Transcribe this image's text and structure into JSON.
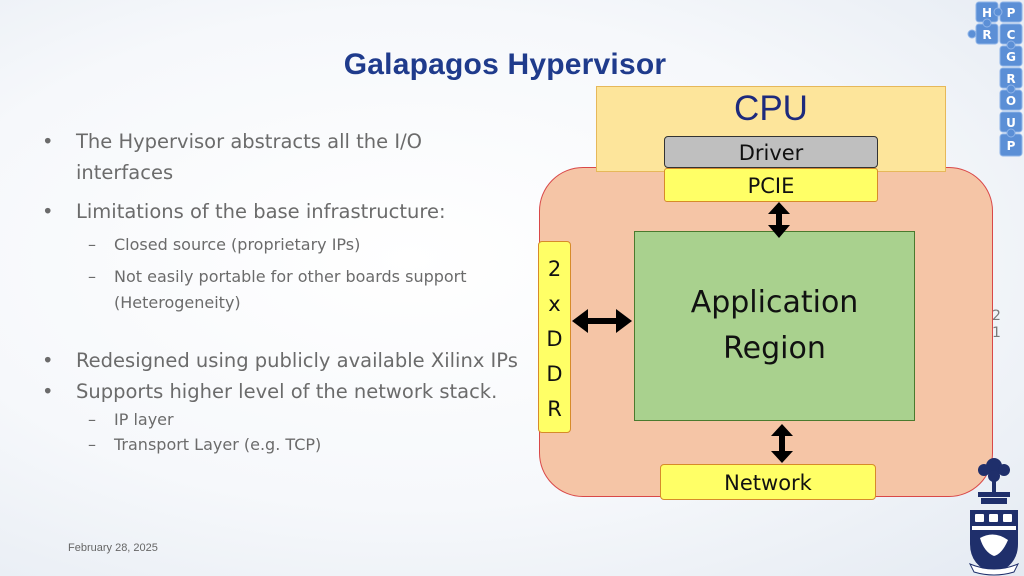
{
  "slide": {
    "title": "Galapagos Hypervisor",
    "date": "February 28, 2025",
    "page_number_line1": "2",
    "page_number_line2": "1"
  },
  "bullets": [
    {
      "marker": "•",
      "text": "The Hypervisor abstracts all the I/O interfaces"
    },
    {
      "marker": "•",
      "text": "Limitations of the base infrastructure:"
    },
    {
      "marker": "–",
      "text": "Closed source (proprietary IPs)"
    },
    {
      "marker": "–",
      "text": "Not easily portable for other boards support (Heterogeneity)"
    },
    {
      "marker": "•",
      "text": "Redesigned using publicly available Xilinx IPs"
    },
    {
      "marker": "•",
      "text": "Supports higher level of the network stack."
    },
    {
      "marker": "–",
      "text": "IP layer"
    },
    {
      "marker": "–",
      "text": "Transport Layer (e.g. TCP)"
    }
  ],
  "diagram": {
    "cpu": "CPU",
    "driver": "Driver",
    "pcie": "PCIE",
    "app_line1": "Application",
    "app_line2": "Region",
    "ddr_chars": [
      "2",
      "x",
      "D",
      "D",
      "R"
    ],
    "network": "Network"
  },
  "logo": {
    "letters": [
      "H",
      "P",
      "R",
      "C",
      "G",
      "R",
      "O",
      "U",
      "P"
    ]
  },
  "colors": {
    "title": "#1f3b8c",
    "cpu_fill": "#fde59b",
    "fpga_fill": "#f5c5a6",
    "fpga_border": "#d94848",
    "app_fill": "#a9d18e",
    "yellow_box": "#ffff66",
    "driver_fill": "#bfbfbf",
    "puzzle_blue": "#5b8fd6"
  }
}
